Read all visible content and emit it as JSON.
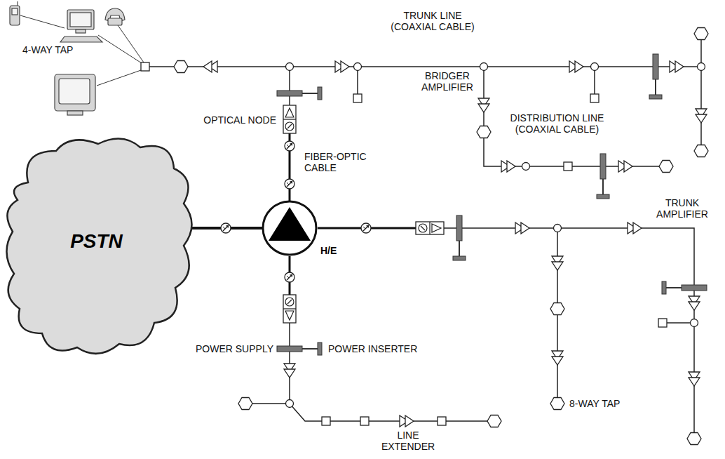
{
  "diagram": {
    "nodes": [
      {
        "text": [
          "PSTN"
        ]
      },
      {
        "text": [
          "H/E"
        ]
      }
    ],
    "edges": [
      {
        "from": 0,
        "to": 1,
        "arrow": "none"
      }
    ],
    "labels": [
      "4-WAY TAP",
      "TRUNK LINE (COAXIAL CABLE)",
      "BRIDGER AMPLIFIER",
      "DISTRIBUTION LINE (COAXIAL CABLE)",
      "OPTICAL NODE",
      "FIBER-OPTIC CABLE",
      "TRUNK AMPLIFIER",
      "POWER SUPPLY",
      "POWER INSERTER",
      "8-WAY TAP",
      "LINE EXTENDER"
    ]
  }
}
